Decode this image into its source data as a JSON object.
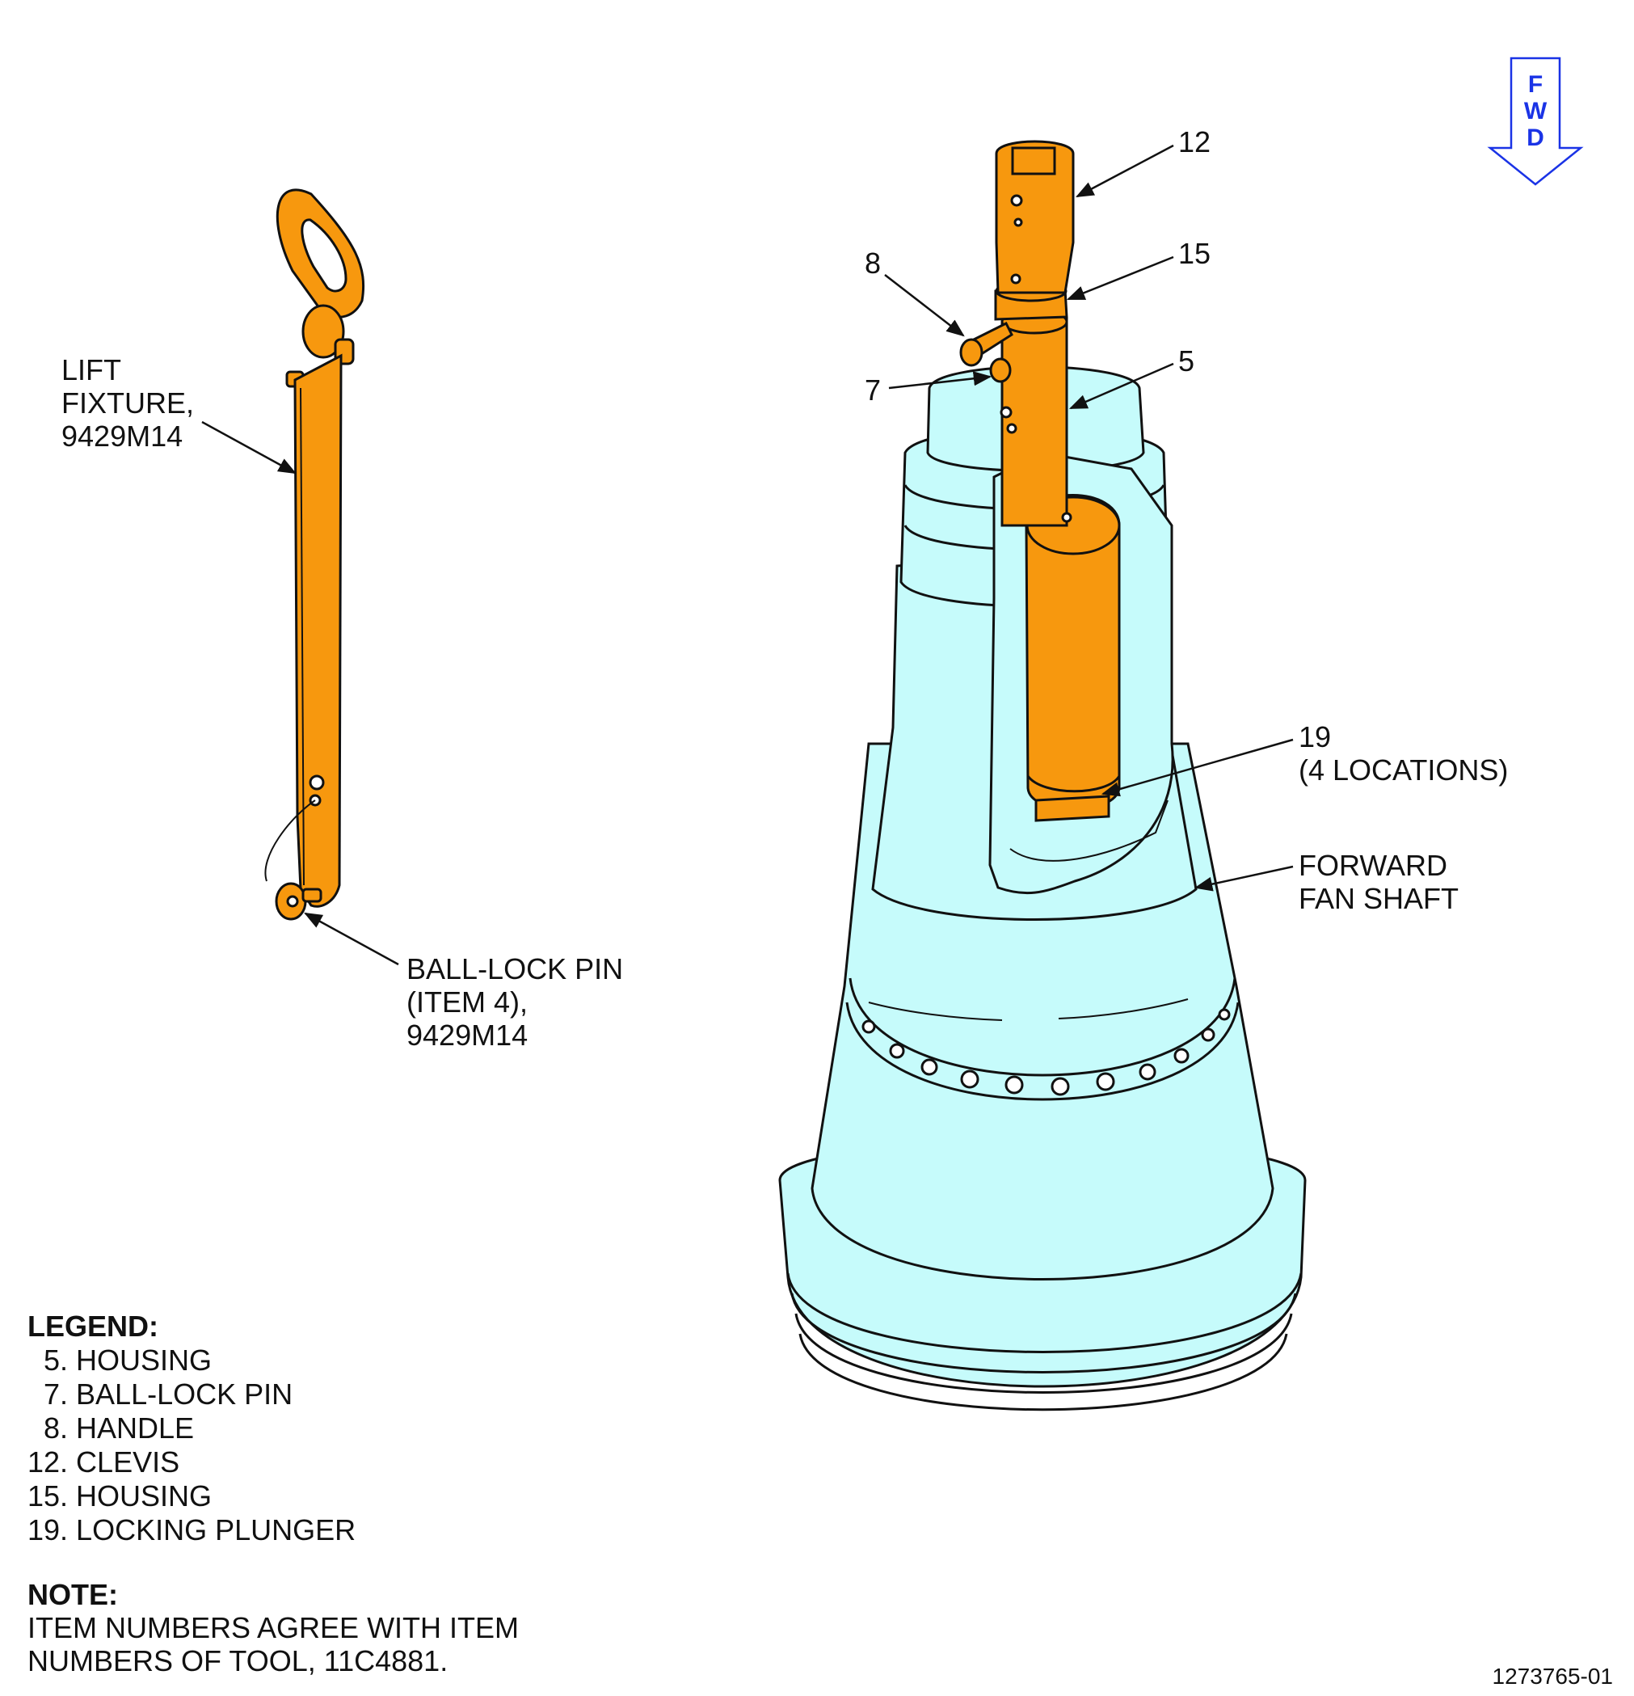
{
  "labels": {
    "lift_fixture": "LIFT\nFIXTURE,\n9429M14",
    "ball_lock_pin": "BALL-LOCK PIN\n(ITEM 4),\n9429M14",
    "item_12": "12",
    "item_15": "15",
    "item_8": "8",
    "item_5": "5",
    "item_7": "7",
    "item_19": "19\n(4 LOCATIONS)",
    "forward_fan_shaft": "FORWARD\nFAN SHAFT"
  },
  "fwd": {
    "letters": [
      "F",
      "W",
      "D"
    ],
    "color": "#1a33e6"
  },
  "legend": {
    "heading": "LEGEND:",
    "items": [
      "  5. HOUSING",
      "  7. BALL-LOCK PIN",
      "  8. HANDLE",
      "12. CLEVIS",
      "15. HOUSING",
      "19. LOCKING PLUNGER"
    ]
  },
  "note": {
    "heading": "NOTE:",
    "lines": [
      "ITEM NUMBERS AGREE WITH ITEM",
      "NUMBERS OF TOOL, 11C4881."
    ]
  },
  "figure_id": "1273765-01",
  "colors": {
    "tool": "#f7980e",
    "shaft": "#c6fbfb",
    "outline": "#111111"
  }
}
